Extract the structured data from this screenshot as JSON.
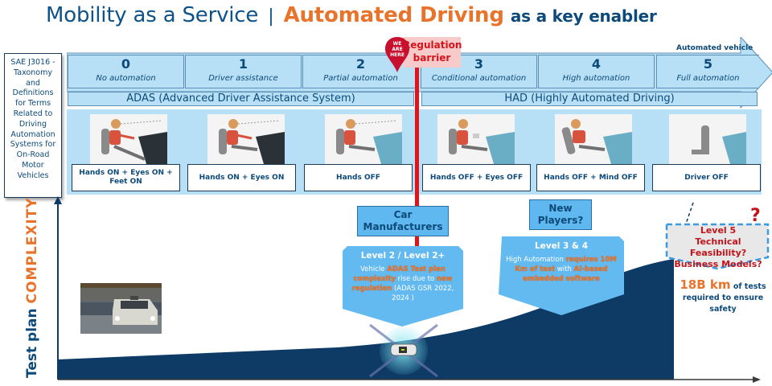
{
  "title": {
    "part1": "Mobility as a Service",
    "separator": "|",
    "part2": "Automated Driving",
    "part3": "as a key enabler"
  },
  "sae_box": {
    "lines": [
      "SAE J3016 -",
      "Taxonomy",
      "and",
      "Definitions",
      "for Terms",
      "Related to",
      "Driving",
      "Automation",
      "Systems for",
      "On-Road",
      "Motor",
      "Vehicles"
    ]
  },
  "arrow_label": "Automated vehicle",
  "levels": [
    {
      "number": "0",
      "name": "No automation"
    },
    {
      "number": "1",
      "name": "Driver assistance"
    },
    {
      "number": "2",
      "name": "Partial automation"
    },
    {
      "number": "3",
      "name": "Conditional automation"
    },
    {
      "number": "4",
      "name": "High automation"
    },
    {
      "number": "5",
      "name": "Full automation"
    }
  ],
  "groups": {
    "adas": "ADAS (Advanced Driver Assistance System)",
    "had": "HAD (Highly Automated Driving)"
  },
  "captions": [
    "Hands ON + Eyes ON + Feet ON",
    "Hands ON + Eyes ON",
    "Hands OFF",
    "Hands OFF + Eyes OFF",
    "Hands OFF + Mind OFF",
    "Driver OFF"
  ],
  "pin": {
    "line1": "WE",
    "line2": "ARE",
    "line3": "HERE"
  },
  "regulation": {
    "line1": "Regulation",
    "line2": "barrier"
  },
  "axis": {
    "label1": "Test plan",
    "label2": "COMPLEXITY"
  },
  "roles": {
    "car_manufacturers": {
      "line1": "Car",
      "line2": "Manufacturers"
    },
    "new_players": {
      "line1": "New",
      "line2": "Players?"
    }
  },
  "callout_l2": {
    "title": "Level 2 / Level 2+",
    "t1": "Vehicle ",
    "h1": "ADAS Test plan complexity",
    "t2": " rise due to ",
    "h2": "new regulation",
    "t3": " (ADAS GSR 2022, 2024 )"
  },
  "callout_l34": {
    "title": "Level 3 & 4",
    "t1": "High Automation ",
    "h1": "requires 10M Km of test",
    "t2": " with ",
    "h2": "AI-based embedded software"
  },
  "level5": {
    "line1": "Level 5",
    "line2": "Technical Feasibility?",
    "line3": "Business Models?",
    "mark": "?"
  },
  "stat": {
    "big": "18B km",
    "rest1": " of tests",
    "rest2": "required to ensure",
    "rest3": "safety"
  },
  "colors": {
    "navy": "#0d3b66",
    "light_blue": "#b7e0f7",
    "callout_blue": "#5fb8ef",
    "orange": "#e8742c",
    "red": "#e3131b"
  }
}
